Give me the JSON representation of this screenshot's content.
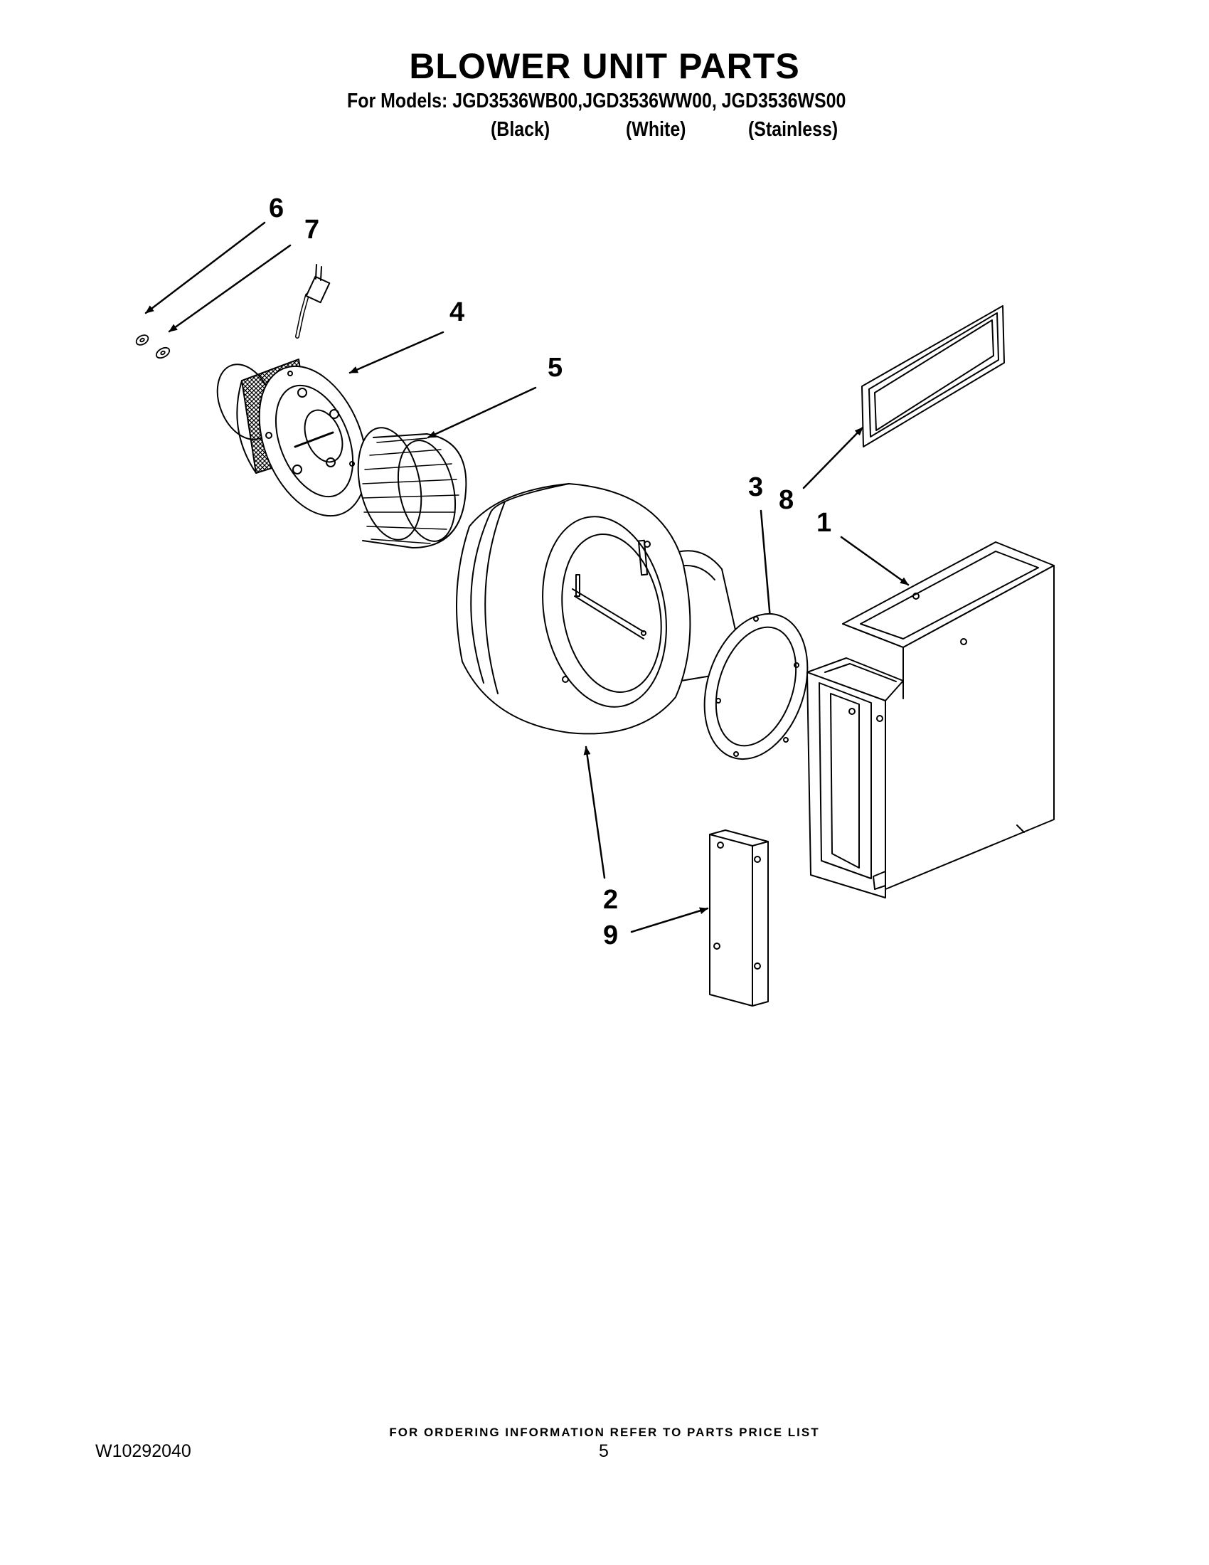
{
  "header": {
    "title": "BLOWER UNIT PARTS",
    "models_line": "For Models: JGD3536WB00,JGD3536WW00, JGD3536WS00",
    "variants": [
      "(Black)",
      "(White)",
      "(Stainless)"
    ]
  },
  "callouts": [
    {
      "id": "6",
      "label": "6"
    },
    {
      "id": "7",
      "label": "7"
    },
    {
      "id": "4",
      "label": "4"
    },
    {
      "id": "5",
      "label": "5"
    },
    {
      "id": "3",
      "label": "3"
    },
    {
      "id": "8",
      "label": "8"
    },
    {
      "id": "1",
      "label": "1"
    },
    {
      "id": "2",
      "label": "2"
    },
    {
      "id": "9",
      "label": "9"
    }
  ],
  "footer": {
    "ordering_note": "FOR ORDERING INFORMATION REFER TO PARTS PRICE LIST",
    "document_number": "W10292040",
    "page_number": "5"
  }
}
